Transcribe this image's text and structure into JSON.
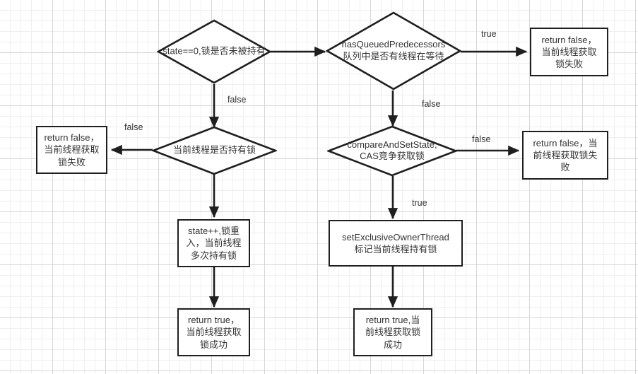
{
  "diagram": {
    "title": "ReentrantLock tryAcquire flowchart",
    "theme": {
      "stroke": "#1f1f1f",
      "fill": "#ffffff",
      "text": "#333333",
      "grid_minor": "#efefef",
      "grid_major": "#d7d7d7",
      "background": "#ffffff"
    },
    "nodes": [
      {
        "id": "state-check",
        "type": "decision",
        "label": "state==0,锁是否未被持有",
        "lines": [
          "state==0,锁是否未被持有"
        ]
      },
      {
        "id": "has-queued-predecessors",
        "type": "decision",
        "label": "hasQueuedPredecessors 队列中是否有线程在等待",
        "lines": [
          "hasQueuedPredecessors",
          "队列中是否有线程在等待"
        ]
      },
      {
        "id": "return-false-queued",
        "type": "process",
        "label": "return false，当前线程获取锁失败",
        "lines": [
          "return false，",
          "当前线程获取",
          "锁失败"
        ]
      },
      {
        "id": "holds-lock-check",
        "type": "decision",
        "label": "当前线程是否持有锁",
        "lines": [
          "当前线程是否持有锁"
        ]
      },
      {
        "id": "return-false-not-holder",
        "type": "process",
        "label": "return false，当前线程获取锁失败",
        "lines": [
          "return false，",
          "当前线程获取",
          "锁失败"
        ]
      },
      {
        "id": "compare-and-set-state",
        "type": "decision",
        "label": "compareAndSetState, CAS竞争获取锁",
        "lines": [
          "compareAndSetState,",
          "CAS竞争获取锁"
        ]
      },
      {
        "id": "return-false-cas",
        "type": "process",
        "label": "return false，当前线程获取锁失败",
        "lines": [
          "return false，当",
          "前线程获取锁失",
          "败"
        ]
      },
      {
        "id": "state-increment",
        "type": "process",
        "label": "state++,锁重入，当前线程多次持有锁",
        "lines": [
          "state++,锁重",
          "入，当前线程",
          "多次持有锁"
        ]
      },
      {
        "id": "set-exclusive-owner",
        "type": "process",
        "label": "setExclusiveOwnerThread 标记当前线程持有锁",
        "lines": [
          "setExclusiveOwnerThread",
          "标记当前线程持有锁"
        ]
      },
      {
        "id": "return-true-reentrant",
        "type": "process",
        "label": "return true，当前线程获取锁成功",
        "lines": [
          "return true，",
          "当前线程获取",
          "锁成功"
        ]
      },
      {
        "id": "return-true-acquired",
        "type": "process",
        "label": "return true,当前线程获取锁成功",
        "lines": [
          "return true,当",
          "前线程获取锁",
          "成功"
        ]
      }
    ],
    "edges": [
      {
        "id": "e1",
        "from": "state-check",
        "to": "has-queued-predecessors",
        "label": ""
      },
      {
        "id": "e2",
        "from": "state-check",
        "to": "holds-lock-check",
        "label": "false"
      },
      {
        "id": "e3",
        "from": "has-queued-predecessors",
        "to": "return-false-queued",
        "label": "true"
      },
      {
        "id": "e4",
        "from": "has-queued-predecessors",
        "to": "compare-and-set-state",
        "label": "false"
      },
      {
        "id": "e5",
        "from": "holds-lock-check",
        "to": "return-false-not-holder",
        "label": "false"
      },
      {
        "id": "e6",
        "from": "holds-lock-check",
        "to": "state-increment",
        "label": ""
      },
      {
        "id": "e7",
        "from": "compare-and-set-state",
        "to": "return-false-cas",
        "label": "false"
      },
      {
        "id": "e8",
        "from": "compare-and-set-state",
        "to": "set-exclusive-owner",
        "label": "true"
      },
      {
        "id": "e9",
        "from": "state-increment",
        "to": "return-true-reentrant",
        "label": ""
      },
      {
        "id": "e10",
        "from": "set-exclusive-owner",
        "to": "return-true-acquired",
        "label": ""
      }
    ],
    "edge_labels": {
      "state_false": "false",
      "queued_true": "true",
      "queued_false": "false",
      "holds_false": "false",
      "cas_false": "false",
      "cas_true": "true"
    }
  }
}
